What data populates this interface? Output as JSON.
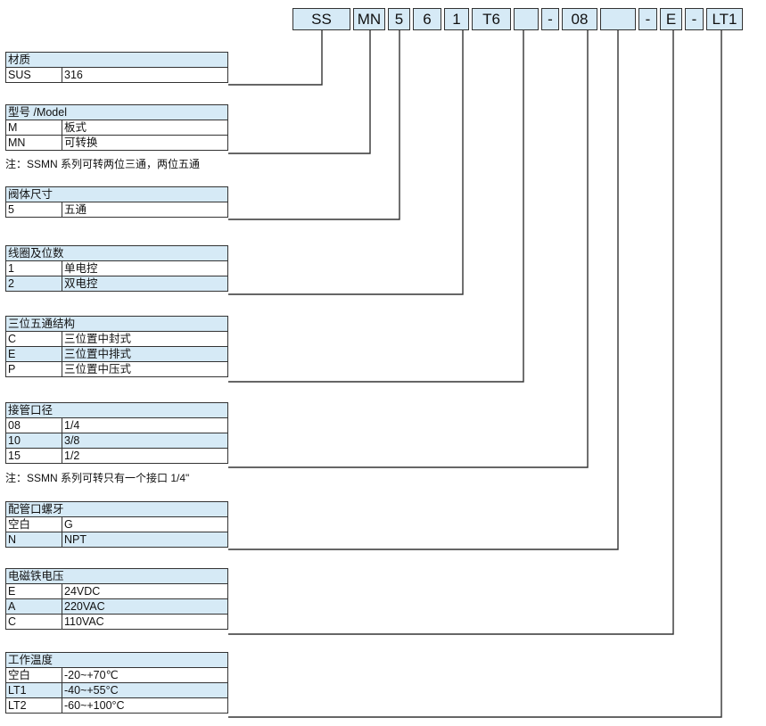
{
  "code": {
    "segments": [
      "SS",
      "MN",
      "5",
      "6",
      "1",
      "T6",
      "",
      "-",
      "08",
      "",
      "-",
      "E",
      "-",
      "LT1"
    ]
  },
  "sections": {
    "material": {
      "title": "材质",
      "rows": [
        [
          "SUS",
          "316"
        ]
      ]
    },
    "model": {
      "title": "型号 /Model",
      "rows": [
        [
          "M",
          "板式"
        ],
        [
          "MN",
          "可转换"
        ]
      ],
      "note": "注：SSMN 系列可转两位三通，两位五通"
    },
    "body_size": {
      "title": "阀体尺寸",
      "rows": [
        [
          "5",
          "五通"
        ]
      ]
    },
    "coil": {
      "title": "线圈及位数",
      "rows": [
        [
          "1",
          "单电控"
        ],
        [
          "2",
          "双电控"
        ]
      ]
    },
    "structure": {
      "title": "三位五通结构",
      "rows": [
        [
          "C",
          "三位置中封式"
        ],
        [
          "E",
          "三位置中排式"
        ],
        [
          "P",
          "三位置中压式"
        ]
      ]
    },
    "port": {
      "title": "接管口径",
      "rows": [
        [
          "08",
          "1/4"
        ],
        [
          "10",
          "3/8"
        ],
        [
          "15",
          "1/2"
        ]
      ],
      "note": "注：SSMN 系列可转只有一个接口 1/4\""
    },
    "thread": {
      "title": "配管口螺牙",
      "rows": [
        [
          "空白",
          "G"
        ],
        [
          "N",
          "NPT"
        ]
      ]
    },
    "voltage": {
      "title": "电磁铁电压",
      "rows": [
        [
          "E",
          "24VDC"
        ],
        [
          "A",
          "220VAC"
        ],
        [
          "C",
          "110VAC"
        ]
      ]
    },
    "temperature": {
      "title": "工作温度",
      "rows": [
        [
          "空白",
          "-20~+70℃"
        ],
        [
          "LT1",
          "-40~+55°C"
        ],
        [
          "LT2",
          "-60~+100°C"
        ]
      ]
    }
  },
  "colors": {
    "fill": "#d6eaf6",
    "line": "#333333"
  }
}
